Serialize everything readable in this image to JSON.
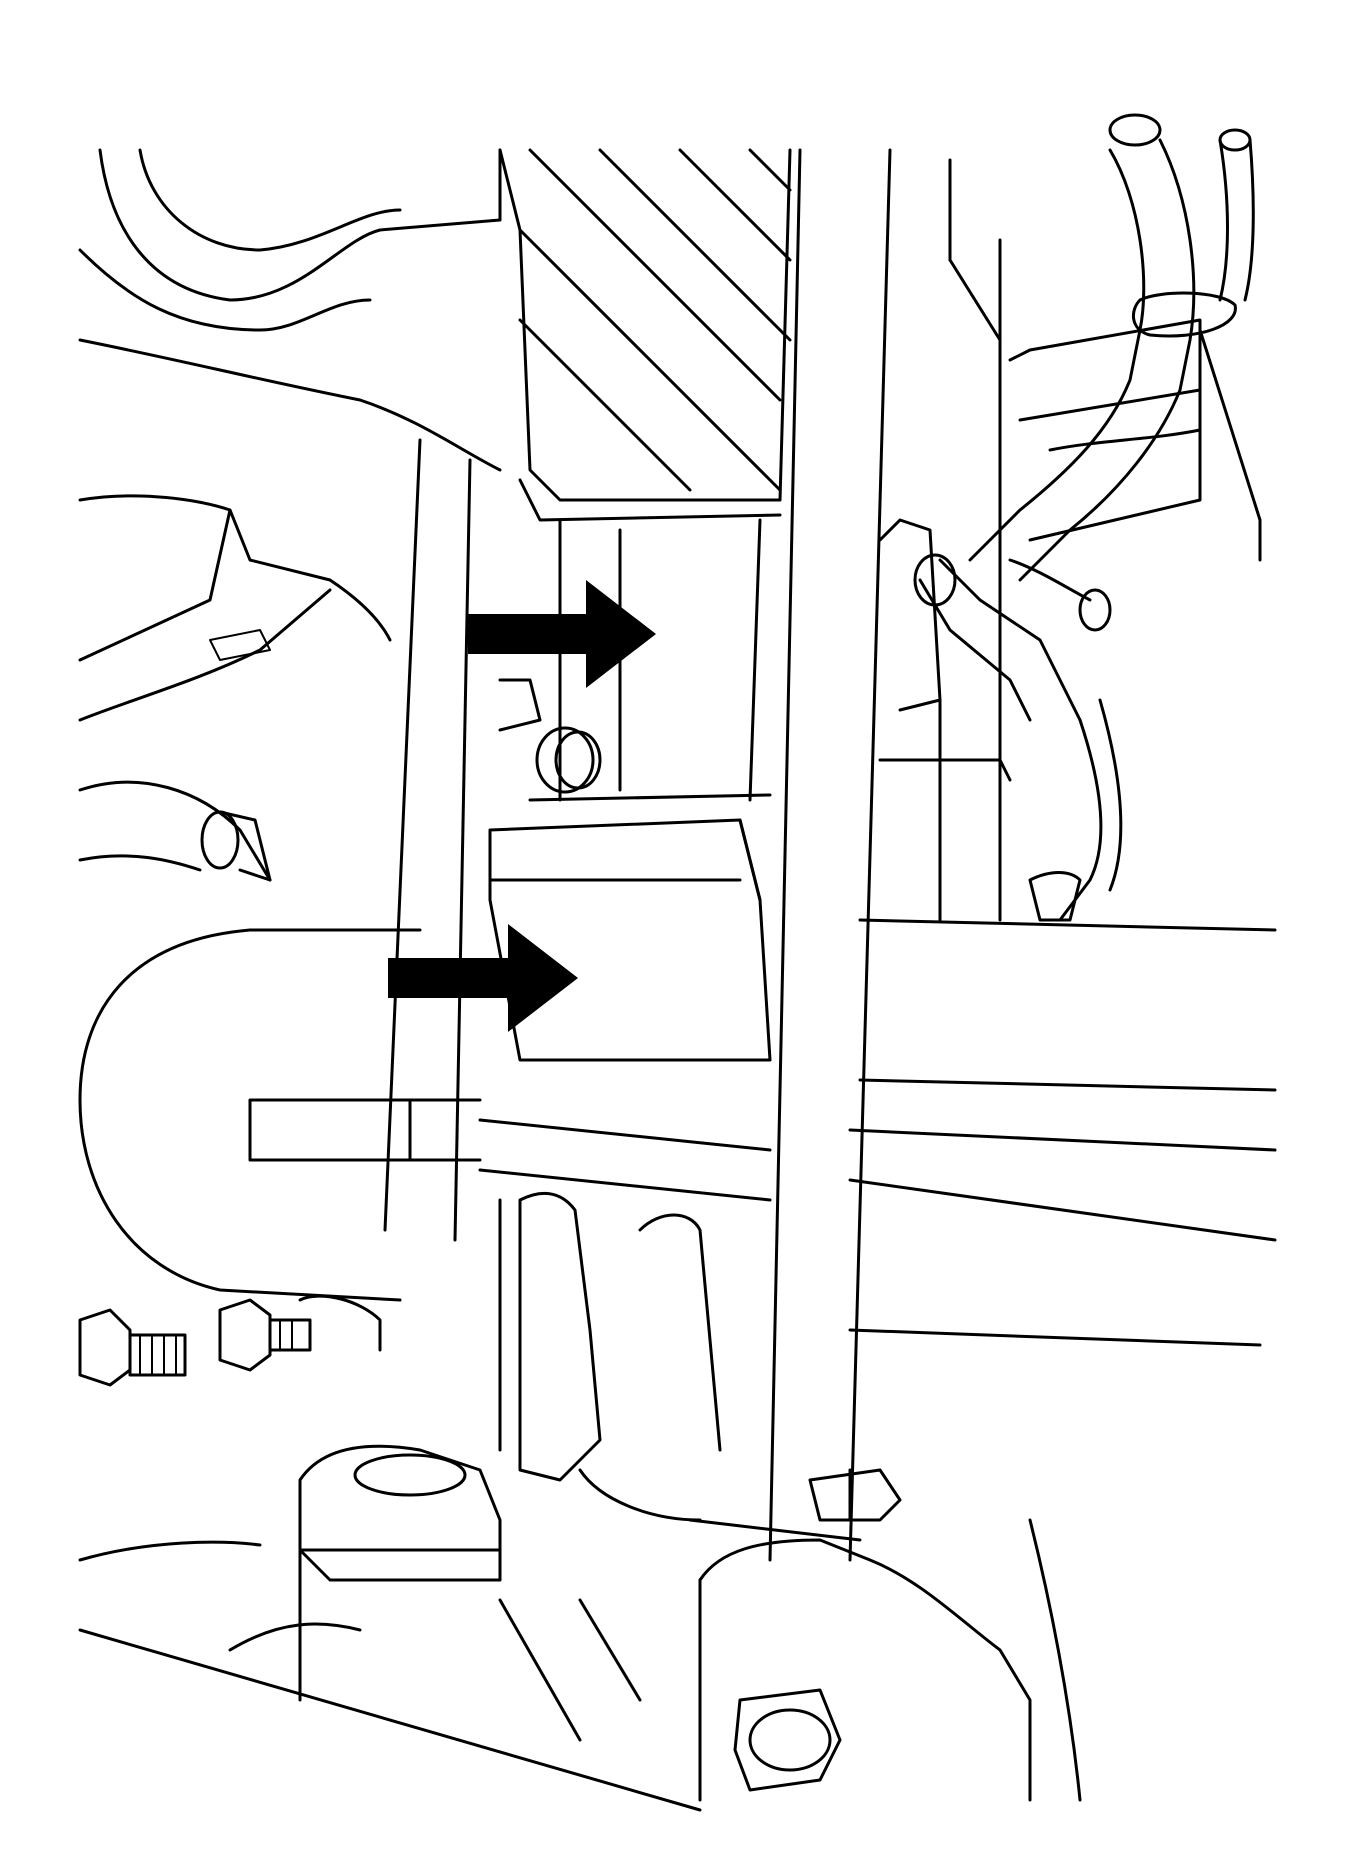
{
  "diagram": {
    "background_color": "#ffffff",
    "line_color": "#000000",
    "callout_arrows": [
      {
        "id": "upper",
        "direction": "right"
      },
      {
        "id": "lower",
        "direction": "right"
      }
    ]
  }
}
